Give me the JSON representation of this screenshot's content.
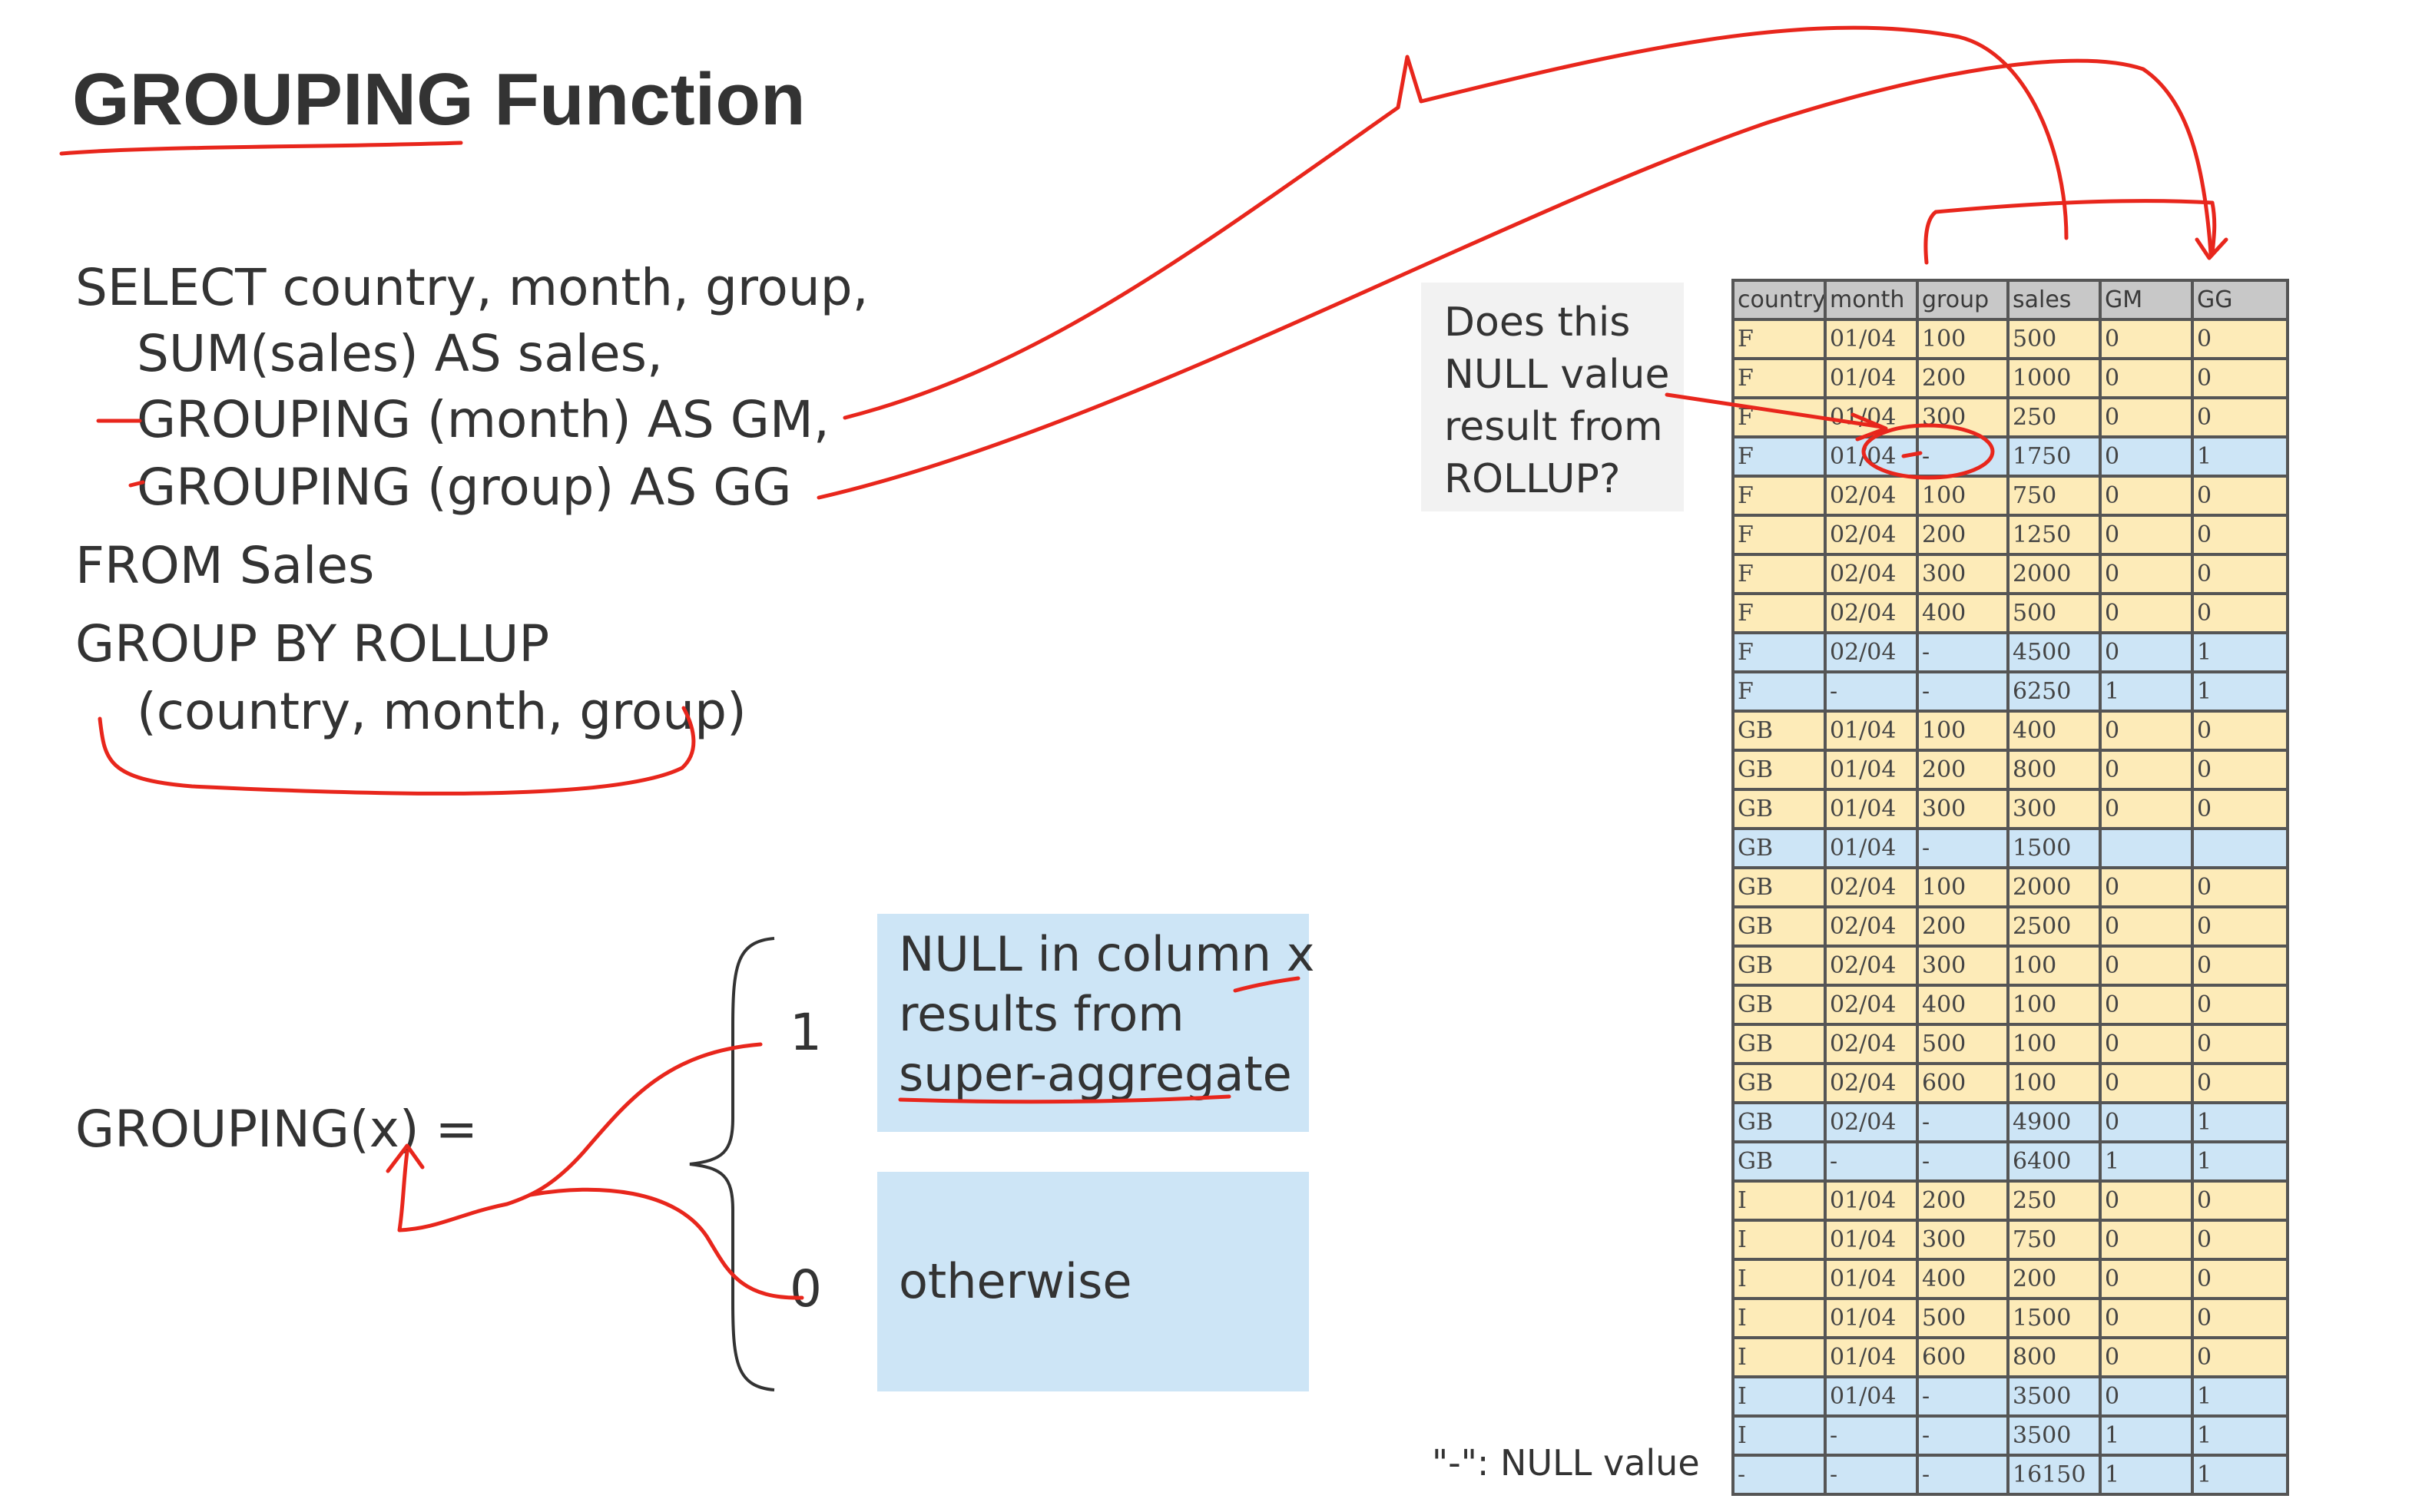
{
  "title": {
    "bold": "GROUPING",
    "rest": " Function"
  },
  "sql_lines": [
    "SELECT country, month, group,",
    "SUM(sales) AS sales,",
    "GROUPING (month) AS GM,",
    "GROUPING (group) AS GG",
    "FROM Sales",
    "GROUP BY ROLLUP",
    "(country, month, group)"
  ],
  "definition": {
    "label": "GROUPING(x) =",
    "case_one": {
      "value": "1",
      "lines": [
        "NULL in column x",
        "results from",
        "super-aggregate"
      ]
    },
    "case_zero": {
      "value": "0",
      "lines": [
        "otherwise"
      ]
    }
  },
  "question_lines": [
    "Does this",
    "NULL value",
    "result from",
    "ROLLUP?"
  ],
  "null_note": "\"-\": NULL value",
  "table": {
    "columns": [
      "country",
      "month",
      "group",
      "sales",
      "GM",
      "GG"
    ],
    "rows": [
      {
        "cells": [
          "F",
          "01/04",
          "100",
          "500",
          "0",
          "0"
        ],
        "kind": "base"
      },
      {
        "cells": [
          "F",
          "01/04",
          "200",
          "1000",
          "0",
          "0"
        ],
        "kind": "base"
      },
      {
        "cells": [
          "F",
          "01/04",
          "300",
          "250",
          "0",
          "0"
        ],
        "kind": "base"
      },
      {
        "cells": [
          "F",
          "01/04",
          "-",
          "1750",
          "0",
          "1"
        ],
        "kind": "sub"
      },
      {
        "cells": [
          "F",
          "02/04",
          "100",
          "750",
          "0",
          "0"
        ],
        "kind": "base"
      },
      {
        "cells": [
          "F",
          "02/04",
          "200",
          "1250",
          "0",
          "0"
        ],
        "kind": "base"
      },
      {
        "cells": [
          "F",
          "02/04",
          "300",
          "2000",
          "0",
          "0"
        ],
        "kind": "base"
      },
      {
        "cells": [
          "F",
          "02/04",
          "400",
          "500",
          "0",
          "0"
        ],
        "kind": "base"
      },
      {
        "cells": [
          "F",
          "02/04",
          "-",
          "4500",
          "0",
          "1"
        ],
        "kind": "sub"
      },
      {
        "cells": [
          "F",
          "-",
          "-",
          "6250",
          "1",
          "1"
        ],
        "kind": "sub"
      },
      {
        "cells": [
          "GB",
          "01/04",
          "100",
          "400",
          "0",
          "0"
        ],
        "kind": "base"
      },
      {
        "cells": [
          "GB",
          "01/04",
          "200",
          "800",
          "0",
          "0"
        ],
        "kind": "base"
      },
      {
        "cells": [
          "GB",
          "01/04",
          "300",
          "300",
          "0",
          "0"
        ],
        "kind": "base"
      },
      {
        "cells": [
          "GB",
          "01/04",
          "-",
          "1500",
          "",
          ""
        ],
        "kind": "sub"
      },
      {
        "cells": [
          "GB",
          "02/04",
          "100",
          "2000",
          "0",
          "0"
        ],
        "kind": "base"
      },
      {
        "cells": [
          "GB",
          "02/04",
          "200",
          "2500",
          "0",
          "0"
        ],
        "kind": "base"
      },
      {
        "cells": [
          "GB",
          "02/04",
          "300",
          "100",
          "0",
          "0"
        ],
        "kind": "base"
      },
      {
        "cells": [
          "GB",
          "02/04",
          "400",
          "100",
          "0",
          "0"
        ],
        "kind": "base"
      },
      {
        "cells": [
          "GB",
          "02/04",
          "500",
          "100",
          "0",
          "0"
        ],
        "kind": "base"
      },
      {
        "cells": [
          "GB",
          "02/04",
          "600",
          "100",
          "0",
          "0"
        ],
        "kind": "base"
      },
      {
        "cells": [
          "GB",
          "02/04",
          "-",
          "4900",
          "0",
          "1"
        ],
        "kind": "sub"
      },
      {
        "cells": [
          "GB",
          "-",
          "-",
          "6400",
          "1",
          "1"
        ],
        "kind": "sub"
      },
      {
        "cells": [
          "I",
          "01/04",
          "200",
          "250",
          "0",
          "0"
        ],
        "kind": "base"
      },
      {
        "cells": [
          "I",
          "01/04",
          "300",
          "750",
          "0",
          "0"
        ],
        "kind": "base"
      },
      {
        "cells": [
          "I",
          "01/04",
          "400",
          "200",
          "0",
          "0"
        ],
        "kind": "base"
      },
      {
        "cells": [
          "I",
          "01/04",
          "500",
          "1500",
          "0",
          "0"
        ],
        "kind": "base"
      },
      {
        "cells": [
          "I",
          "01/04",
          "600",
          "800",
          "0",
          "0"
        ],
        "kind": "base"
      },
      {
        "cells": [
          "I",
          "01/04",
          "-",
          "3500",
          "0",
          "1"
        ],
        "kind": "sub"
      },
      {
        "cells": [
          "I",
          "-",
          "-",
          "3500",
          "1",
          "1"
        ],
        "kind": "sub"
      },
      {
        "cells": [
          "-",
          "-",
          "-",
          "16150",
          "1",
          "1"
        ],
        "kind": "sub"
      }
    ]
  },
  "colors": {
    "text": "#333333",
    "detail_row": "#fdebb8",
    "subtotal_row": "#cde5f6",
    "header_row": "#c8c8c8",
    "annotation_ink": "#e8261c"
  }
}
